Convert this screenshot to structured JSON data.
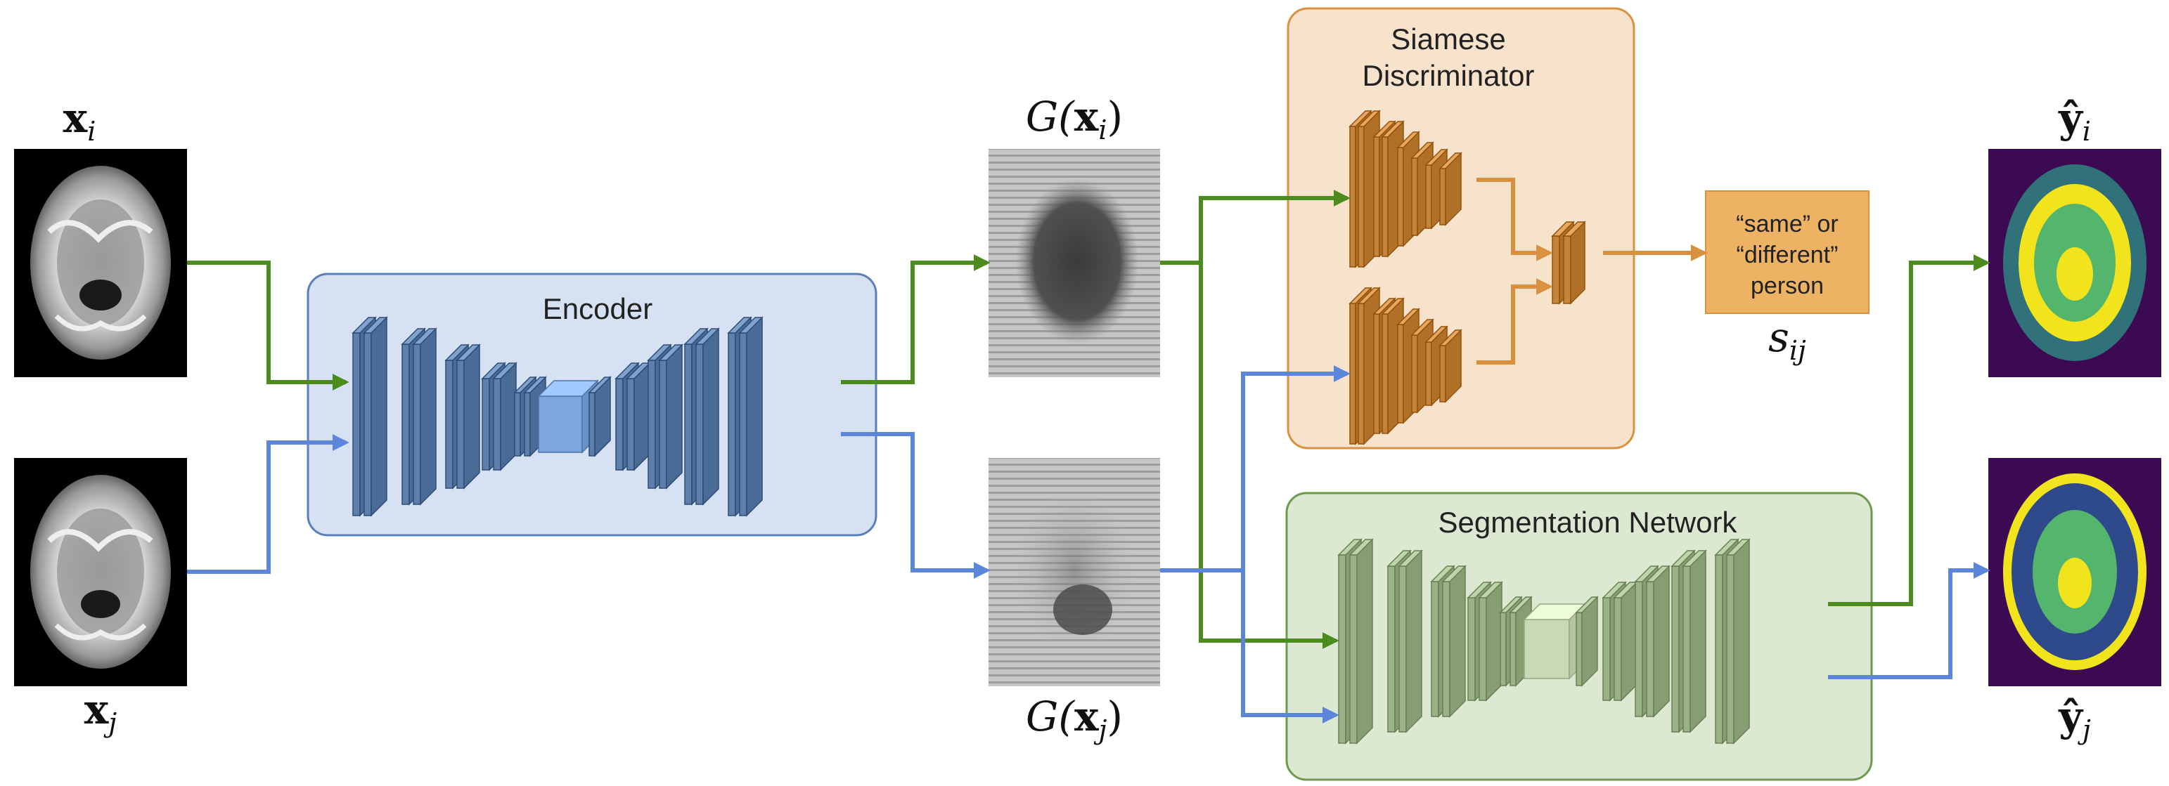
{
  "inputs": {
    "xi_label": "x",
    "xi_sub": "i",
    "xj_label": "x",
    "xj_sub": "j"
  },
  "encoder": {
    "label": "Encoder"
  },
  "generated": {
    "gi_prefix": "G(",
    "gi_var": "x",
    "gi_sub": "i",
    "gi_suffix": ")",
    "gj_prefix": "G(",
    "gj_var": "x",
    "gj_sub": "j",
    "gj_suffix": ")"
  },
  "discriminator": {
    "label_line1": "Siamese",
    "label_line2": "Discriminator"
  },
  "output": {
    "line1": "“same” or",
    "line2": "“different”",
    "line3": "person",
    "score_var": "s",
    "score_sub": "ij"
  },
  "segmentation": {
    "label": "Segmentation Network"
  },
  "predictions": {
    "yi_var": "ŷ",
    "yi_sub": "i",
    "yj_var": "ŷ",
    "yj_sub": "j"
  },
  "colors": {
    "green_arrow": "#4c8c1e",
    "blue_arrow": "#5b86d9",
    "encoder_bg": "#d6e2f3",
    "encoder_border": "#5b7fb8",
    "encoder_block": "#5f7fab",
    "disc_bg": "#f7e2cc",
    "disc_border": "#d9913f",
    "disc_block": "#c4843c",
    "seg_bg": "#dce8d2",
    "seg_border": "#6e9a50",
    "seg_block": "#9ab286",
    "output_bg": "#eeb265"
  }
}
